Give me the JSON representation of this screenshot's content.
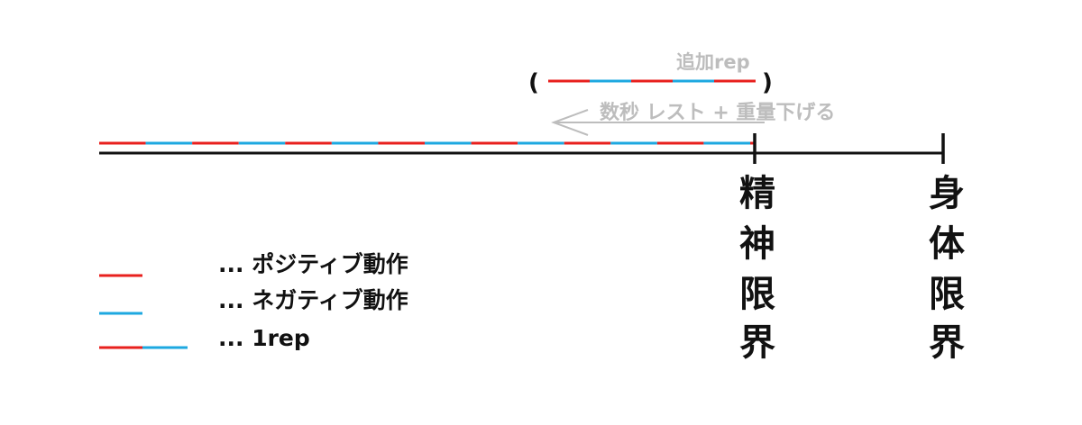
{
  "colors": {
    "positive": "#e8201e",
    "negative": "#1ea8e0",
    "timeline": "#111111",
    "annotation": "#bdbdbd",
    "text": "#111111"
  },
  "extra_rep": {
    "open_paren": "(",
    "close_paren": ")",
    "label": "追加rep",
    "segments": [
      "positive",
      "negative",
      "positive",
      "negative",
      "positive"
    ]
  },
  "rest_arrow": {
    "label": "数秒 レスト + 重量下げる"
  },
  "main_set": {
    "rep_count": 7
  },
  "limits": {
    "mental": {
      "label_chars": [
        "精",
        "神",
        "限",
        "界"
      ]
    },
    "physical": {
      "label_chars": [
        "身",
        "体",
        "限",
        "界"
      ]
    }
  },
  "legend": {
    "items": [
      {
        "swatch": "positive",
        "text": "... ポジティブ動作"
      },
      {
        "swatch": "negative",
        "text": "... ネガティブ動作"
      },
      {
        "swatch": "rep",
        "text": "... 1rep"
      }
    ]
  }
}
